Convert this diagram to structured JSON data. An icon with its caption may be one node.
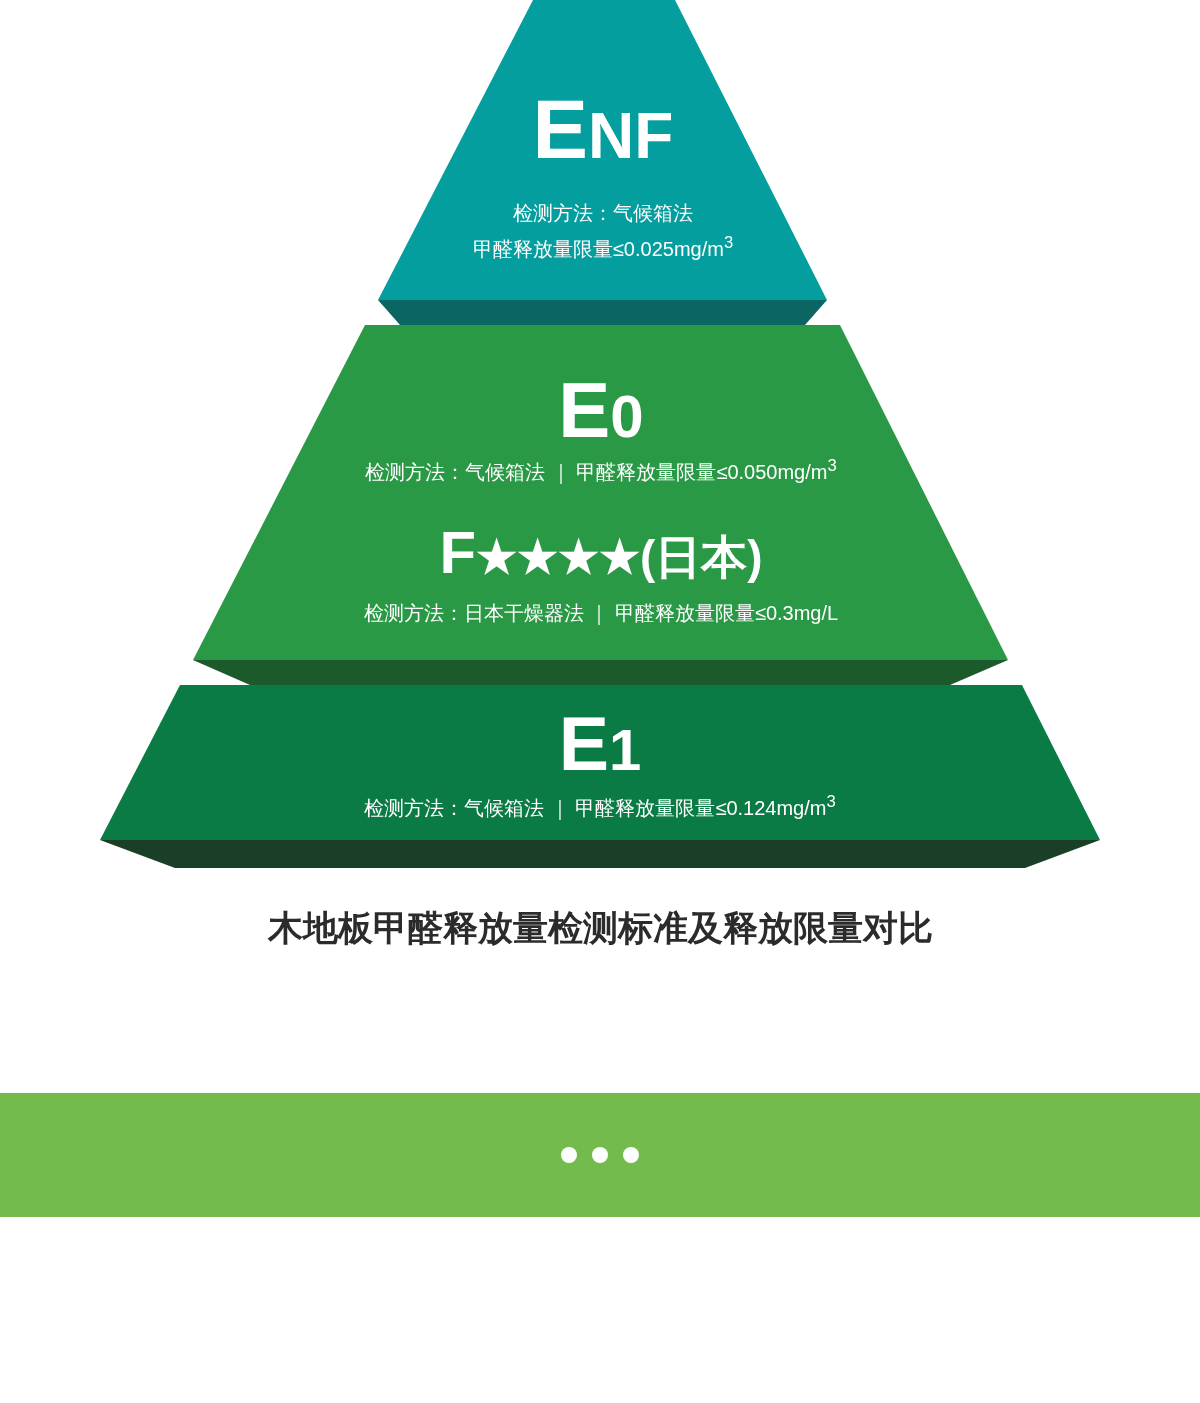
{
  "diagram": {
    "nodes": [
      {
        "text": [
          "ENF",
          "检测方法：气候箱法",
          "甲醛释放量限量≤0.025mg/m$^{3}$"
        ]
      },
      {
        "text": [
          "E0",
          "检测方法：气候箱法 ｜ 甲醛释放量限量≤0.050mg/m$^{3}$",
          "F★★★★(日本)",
          "检测方法：日本干燥器法 ｜ 甲醛释放量限量≤0.3mg/L"
        ]
      },
      {
        "text": [
          "E1",
          "检测方法：气候箱法 ｜ 甲醛释放量限量≤0.124mg/m$^{3}$"
        ]
      }
    ],
    "caption": "木地板甲醛释放量检测标准及释放限量对比"
  }
}
